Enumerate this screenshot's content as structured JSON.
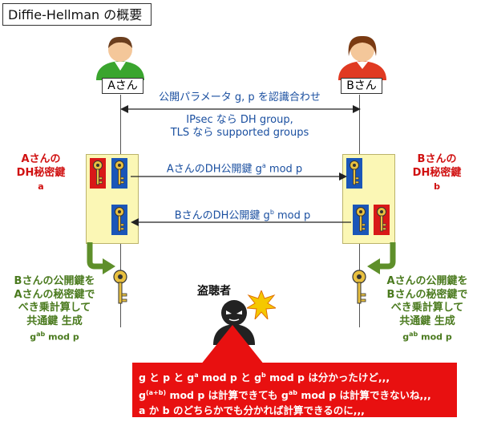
{
  "title": "Diffie-Hellman の概要",
  "alice": {
    "label": "Aさん"
  },
  "bob": {
    "label": "Bさん"
  },
  "agreement": {
    "line1": "公開パラメータ g, p を認識合わせ",
    "line2": "IPsec なら DH group,",
    "line3": "TLS なら supported groups"
  },
  "alice_private": {
    "line1": "Aさんの",
    "line2": "DH秘密鍵",
    "line3": "a"
  },
  "bob_private": {
    "line1": "Bさんの",
    "line2": "DH秘密鍵",
    "line3": "b"
  },
  "msg_a": {
    "text": "AさんのDH公開鍵 g",
    "sup": "a",
    "tail": " mod p"
  },
  "msg_b": {
    "text": "BさんのDH公開鍵 g",
    "sup": "b",
    "tail": " mod p"
  },
  "alice_result": {
    "line1": "Bさんの公開鍵を",
    "line2": "Aさんの秘密鍵で",
    "line3": "べき乗計算して",
    "line4": "共通鍵 生成",
    "formula": "g",
    "formula_sup": "ab",
    "formula_tail": " mod p"
  },
  "bob_result": {
    "line1": "Aさんの公開鍵を",
    "line2": "Bさんの秘密鍵で",
    "line3": "べき乗計算して",
    "line4": "共通鍵 生成",
    "formula": "g",
    "formula_sup": "ab",
    "formula_tail": " mod p"
  },
  "eavesdropper": {
    "label": "盗聴者"
  },
  "speech": {
    "l1a": "g と p と g",
    "l1a_sup": "a",
    "l1b": " mod p と g",
    "l1b_sup": "b",
    "l1c": " mod p は分かったけど,,,",
    "l2a": "g",
    "l2a_sup": "(a+b)",
    "l2b": " mod p は計算できても g",
    "l2b_sup": "ab",
    "l2c": " mod p は計算できないね,,,",
    "l3": "a か b のどちらかでも分かれば計算できるのに,,,"
  },
  "colors": {
    "blue": "#1a4fa0",
    "red": "#d01010",
    "green": "#4a7a1e",
    "panel": "#fbf7b5",
    "note": "#e81010"
  }
}
